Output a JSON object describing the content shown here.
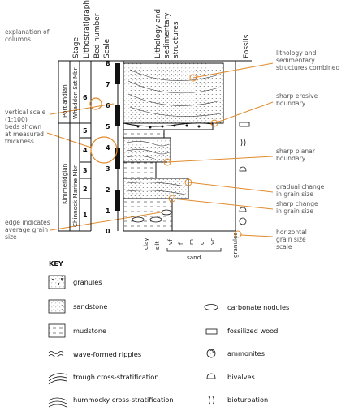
{
  "annotations_left": {
    "columns": [
      "explanation of",
      "columns"
    ],
    "vscale": [
      "vertical scale",
      "(1:100)"
    ],
    "beds": [
      "beds shown",
      "at measured",
      "thickness"
    ],
    "edge": [
      "edge indicates",
      "average grain",
      "size"
    ]
  },
  "annotations_right": {
    "lithology": [
      "lithology and",
      "sedimentary",
      "structures combined"
    ],
    "erosive": [
      "sharp erosive",
      "boundary"
    ],
    "planar": [
      "sharp planar",
      "boundary"
    ],
    "gradual": [
      "gradual change",
      "in grain size"
    ],
    "sharp_change": [
      "sharp change",
      "in grain size"
    ],
    "horizontal": [
      "horizontal",
      "grain size",
      "scale"
    ]
  },
  "headers": {
    "stage": "Stage",
    "litho": "Lithostratigraphy",
    "bed": "Bed number",
    "scale": "Scale",
    "lithology": [
      "Lithology and",
      "sedimentary",
      "structures"
    ],
    "fossils": "Fossils"
  },
  "stages": [
    "Portlandian",
    "Kimmeridgian"
  ],
  "members": [
    "Whaddon Sst Mbr",
    "Chinnock Marine Mbr"
  ],
  "beds": [
    "6",
    "5",
    "4",
    "3",
    "2",
    "1"
  ],
  "scale_ticks": [
    "8",
    "7",
    "6",
    "5",
    "4",
    "3",
    "2",
    "1",
    "0"
  ],
  "grain_scale": {
    "labels": [
      "clay",
      "silt",
      "vf",
      "f",
      "m",
      "c",
      "vc",
      "granules"
    ],
    "sand_label": "sand"
  },
  "key": {
    "title": "KEY",
    "left_items": [
      "granules",
      "sandstone",
      "mudstone",
      "wave-formed ripples",
      "trough cross-stratification",
      "hummocky cross-stratification"
    ],
    "right_items": [
      "carbonate nodules",
      "fossilized wood",
      "ammonites",
      "bivalves",
      "bioturbation"
    ]
  },
  "colors": {
    "annotation_orange": "#e08a2c",
    "line": "#111111",
    "text_gray": "#555555"
  }
}
